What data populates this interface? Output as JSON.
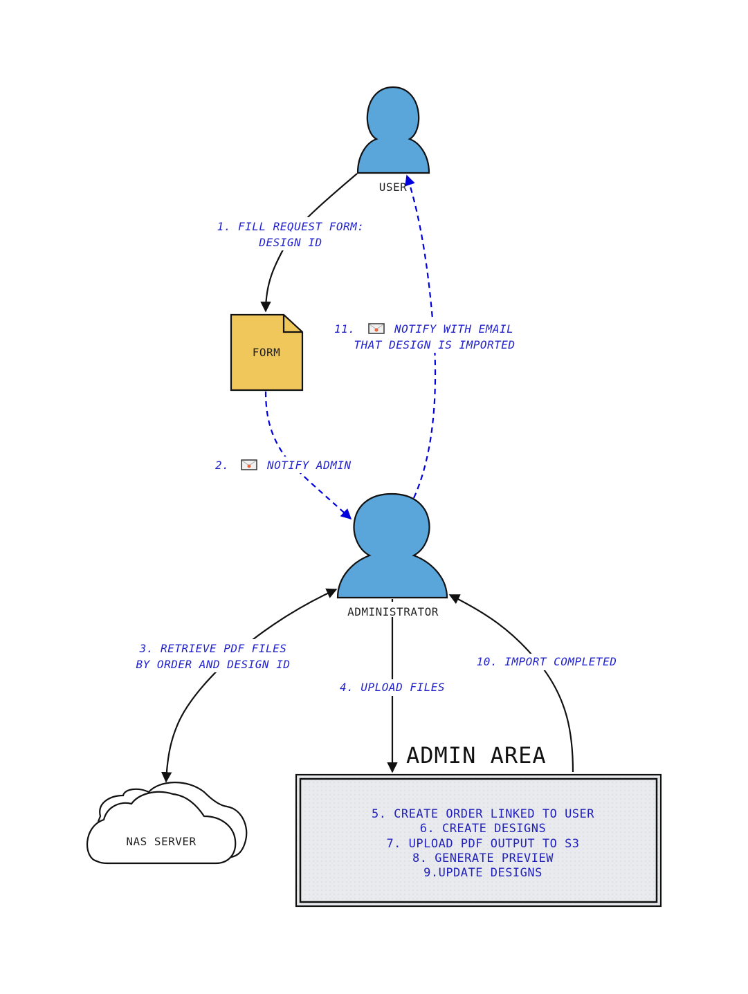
{
  "nodes": {
    "user": {
      "label": "USER",
      "fill": "#5aa5da"
    },
    "form": {
      "label": "FORM",
      "fill": "#f0c75a"
    },
    "administrator": {
      "label": "ADMINISTRATOR",
      "fill": "#5aa5da"
    },
    "nas_server": {
      "label": "NAS SERVER",
      "fill": "#ffffff"
    },
    "admin_area": {
      "title": "ADMIN AREA",
      "fill": "#e8eaee",
      "lines": [
        "5. CREATE ORDER LINKED TO USER",
        "6. CREATE DESIGNS",
        "7. UPLOAD PDF OUTPUT TO S3",
        "8. GENERATE PREVIEW",
        "9.UPDATE DESIGNS"
      ]
    }
  },
  "edges": [
    {
      "id": "e1",
      "from": "user",
      "to": "form",
      "style": "solid",
      "label_lines": [
        "1. FILL REQUEST FORM:",
        "DESIGN ID"
      ]
    },
    {
      "id": "e2",
      "from": "form",
      "to": "administrator",
      "style": "dashed",
      "label_prefix": "2.",
      "icon": "email-icon",
      "label_text": "NOTIFY ADMIN"
    },
    {
      "id": "e3",
      "from": "administrator",
      "to": "nas_server",
      "style": "solid-bidirectional",
      "label_lines": [
        "3. RETRIEVE PDF FILES",
        "BY ORDER AND DESIGN ID"
      ]
    },
    {
      "id": "e4",
      "from": "administrator",
      "to": "admin_area",
      "style": "solid",
      "label_lines": [
        "4. UPLOAD FILES"
      ]
    },
    {
      "id": "e10",
      "from": "admin_area",
      "to": "administrator",
      "style": "solid",
      "label_lines": [
        "10. IMPORT COMPLETED"
      ]
    },
    {
      "id": "e11",
      "from": "administrator",
      "to": "user",
      "style": "dashed",
      "label_prefix": "11.",
      "icon": "email-icon",
      "label_text": "NOTIFY WITH EMAIL",
      "label_line2": "THAT DESIGN IS IMPORTED"
    }
  ],
  "colors": {
    "edge_solid": "#111111",
    "edge_dashed": "#0000dd",
    "edge_label": "#2222cc",
    "box_text": "#2222bb"
  }
}
